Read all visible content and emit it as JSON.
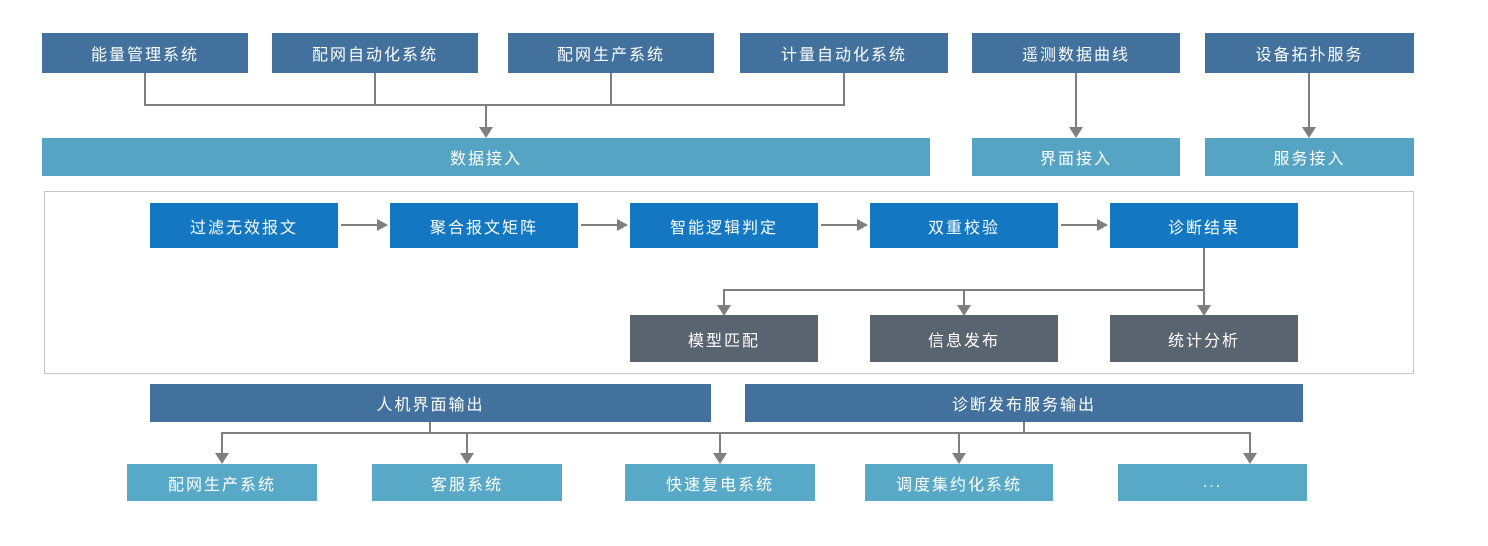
{
  "palette": {
    "dark-blue": "#41719c",
    "teal": "#55a4c4",
    "teal-light": "#58a9c7",
    "bright-blue": "#1377c2",
    "slate": "#5a6370",
    "line": "#7f7f7f",
    "frame": "#c3c6c8"
  },
  "diagram": {
    "sources": [
      {
        "label": "能量管理系统"
      },
      {
        "label": "配网自动化系统"
      },
      {
        "label": "配网生产系统"
      },
      {
        "label": "计量自动化系统"
      },
      {
        "label": "遥测数据曲线"
      },
      {
        "label": "设备拓扑服务"
      }
    ],
    "access": [
      {
        "label": "数据接入"
      },
      {
        "label": "界面接入"
      },
      {
        "label": "服务接入"
      }
    ],
    "pipeline": [
      {
        "label": "过滤无效报文"
      },
      {
        "label": "聚合报文矩阵"
      },
      {
        "label": "智能逻辑判定"
      },
      {
        "label": "双重校验"
      },
      {
        "label": "诊断结果"
      }
    ],
    "results": [
      {
        "label": "模型匹配"
      },
      {
        "label": "信息发布"
      },
      {
        "label": "统计分析"
      }
    ],
    "outputs": [
      {
        "label": "人机界面输出"
      },
      {
        "label": "诊断发布服务输出"
      }
    ],
    "consumers": [
      {
        "label": "配网生产系统"
      },
      {
        "label": "客服系统"
      },
      {
        "label": "快速复电系统"
      },
      {
        "label": "调度集约化系统"
      },
      {
        "label": "..."
      }
    ]
  }
}
